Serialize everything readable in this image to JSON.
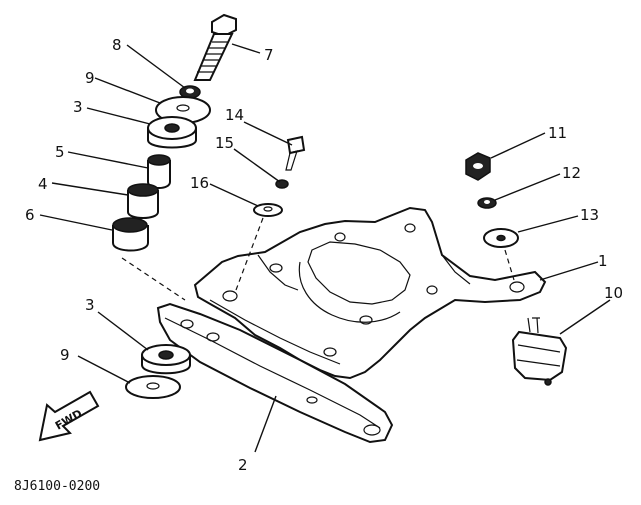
{
  "diagram": {
    "part_code": "8J6100-0200",
    "fwd_label": "FWD",
    "callouts": {
      "c1": "1",
      "c2": "2",
      "c3a": "3",
      "c3b": "3",
      "c4": "4",
      "c5": "5",
      "c6": "6",
      "c7": "7",
      "c8": "8",
      "c9a": "9",
      "c9b": "9",
      "c10": "10",
      "c11": "11",
      "c12": "12",
      "c13": "13",
      "c14": "14",
      "c15": "15",
      "c16": "16"
    }
  }
}
